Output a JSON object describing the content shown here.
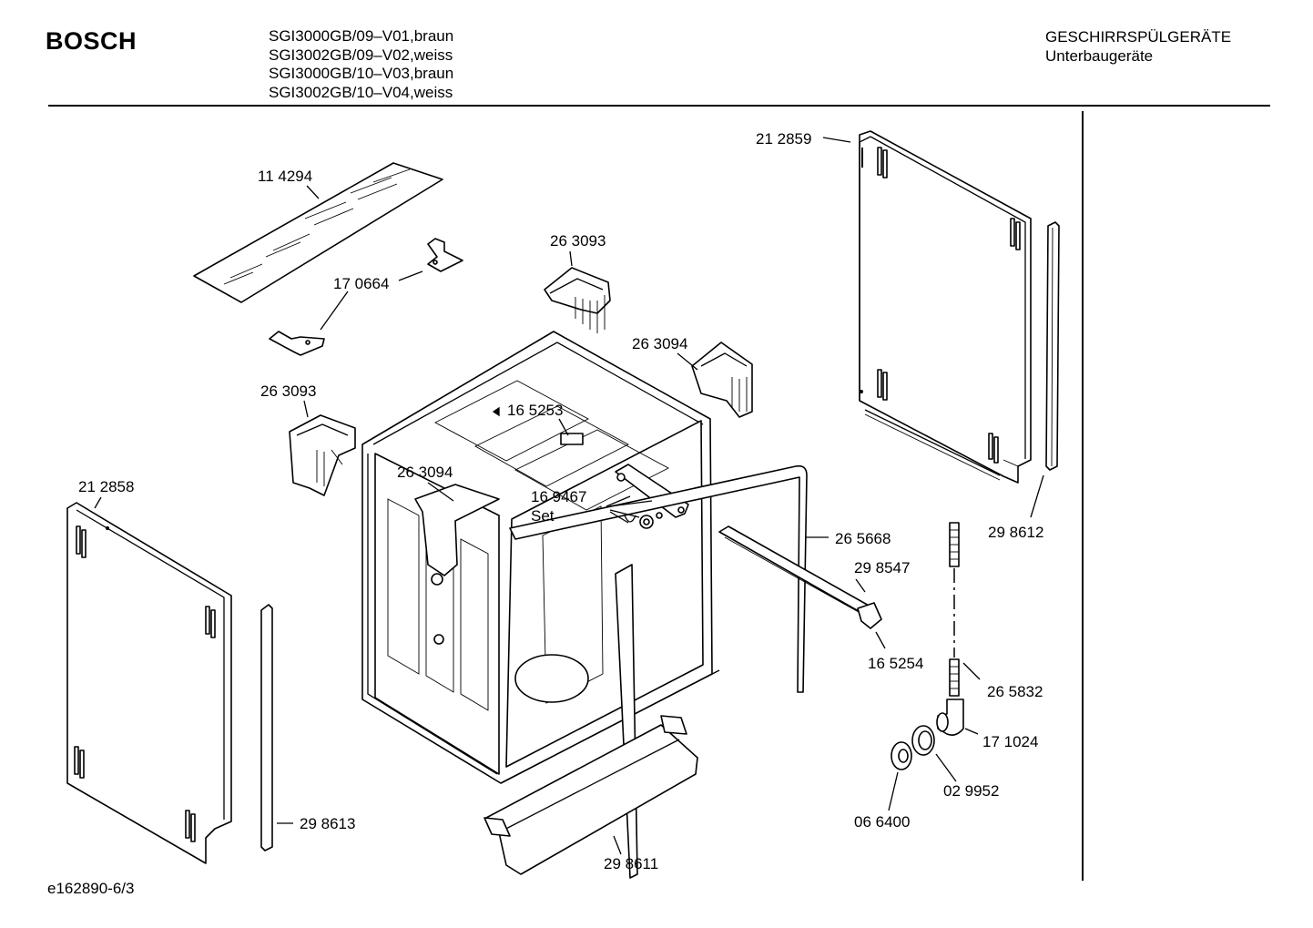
{
  "header": {
    "brand": "BOSCH",
    "models": [
      "SGI3000GB/09–V01,braun",
      "SGI3002GB/09–V02,weiss",
      "SGI3000GB/10–V03,braun",
      "SGI3002GB/10–V04,weiss"
    ],
    "category": "GESCHIRRSPÜLGERÄTE",
    "subcategory": "Unterbaugeräte"
  },
  "footer": {
    "document_id": "e162890-6/3"
  },
  "parts": [
    {
      "id": "part-212859",
      "number": "21 2859"
    },
    {
      "id": "part-114294",
      "number": "11 4294"
    },
    {
      "id": "part-170664",
      "number": "17 0664"
    },
    {
      "id": "part-263093-top",
      "number": "26 3093"
    },
    {
      "id": "part-263094-right",
      "number": "26 3094"
    },
    {
      "id": "part-263093-left",
      "number": "26 3093"
    },
    {
      "id": "part-165253",
      "number": "16 5253"
    },
    {
      "id": "part-263094-center",
      "number": "26 3094"
    },
    {
      "id": "part-169467",
      "number": "16 9467",
      "note": "Set"
    },
    {
      "id": "part-212858",
      "number": "21 2858"
    },
    {
      "id": "part-265668",
      "number": "26 5668"
    },
    {
      "id": "part-298547",
      "number": "29 8547"
    },
    {
      "id": "part-165254",
      "number": "16 5254"
    },
    {
      "id": "part-298612",
      "number": "29 8612"
    },
    {
      "id": "part-265832",
      "number": "26 5832"
    },
    {
      "id": "part-171024",
      "number": "17 1024"
    },
    {
      "id": "part-029952",
      "number": "02 9952"
    },
    {
      "id": "part-066400",
      "number": "06 6400"
    },
    {
      "id": "part-298613",
      "number": "29 8613"
    },
    {
      "id": "part-298611",
      "number": "29 8611"
    }
  ]
}
